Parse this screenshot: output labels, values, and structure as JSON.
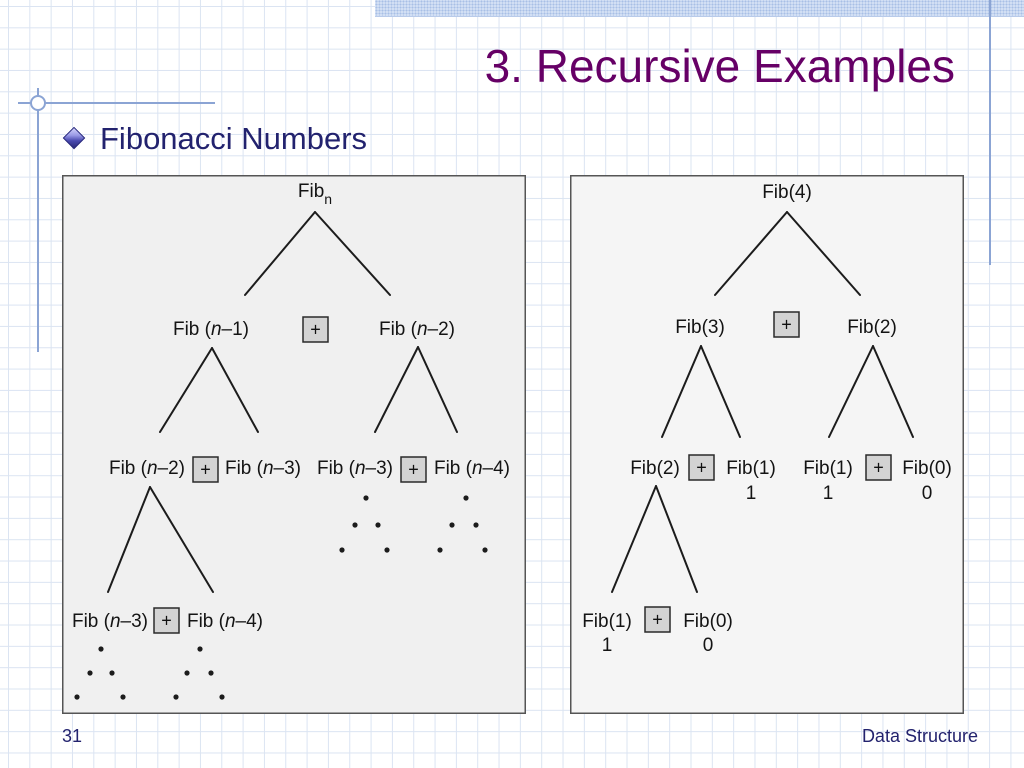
{
  "slide": {
    "title": "3. Recursive Examples",
    "bullets": [
      {
        "icon": "diamond-bullet-icon",
        "text": "Fibonacci Numbers"
      }
    ],
    "footer": {
      "page_number": "31",
      "text": "Data Structure"
    }
  },
  "theme": {
    "title_color": "#660066",
    "text_color": "#22226e",
    "accent_color": "#8ba4d4",
    "grid_color": "#dbe4f2",
    "ink_color": "#1c1c1c"
  },
  "figures": {
    "general_tree": {
      "root": {
        "label": "Fib",
        "subscript": "n"
      },
      "operator": "+",
      "level_1": [
        "Fib (n–1)",
        "Fib (n–2)"
      ],
      "level_2": [
        "Fib (n–2)",
        "Fib (n–3)",
        "Fib (n–3)",
        "Fib (n–4)"
      ],
      "level_3": [
        "Fib (n–3)",
        "Fib (n–4)"
      ]
    },
    "fib4_tree": {
      "root": "Fib(4)",
      "operator": "+",
      "level_1": [
        "Fib(3)",
        "Fib(2)"
      ],
      "level_2": [
        {
          "label": "Fib(2)"
        },
        {
          "label": "Fib(1)",
          "value": "1"
        },
        {
          "label": "Fib(1)",
          "value": "1"
        },
        {
          "label": "Fib(0)",
          "value": "0"
        }
      ],
      "level_3": [
        {
          "label": "Fib(1)",
          "value": "1"
        },
        {
          "label": "Fib(0)",
          "value": "0"
        }
      ]
    }
  }
}
